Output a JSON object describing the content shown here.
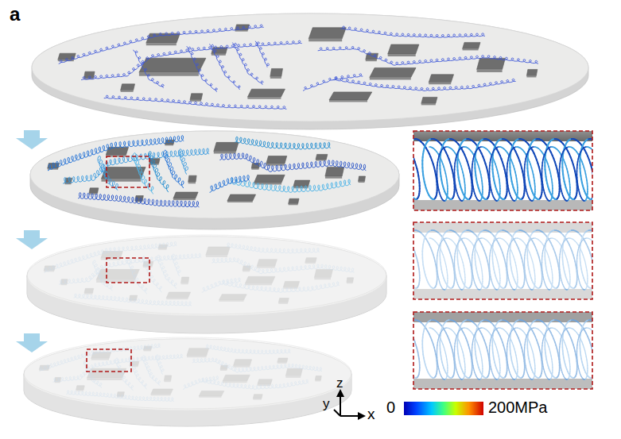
{
  "diagram": {
    "labels": [
      "a",
      "z",
      "y",
      "x",
      "0",
      "200MPa"
    ]
  }
}
